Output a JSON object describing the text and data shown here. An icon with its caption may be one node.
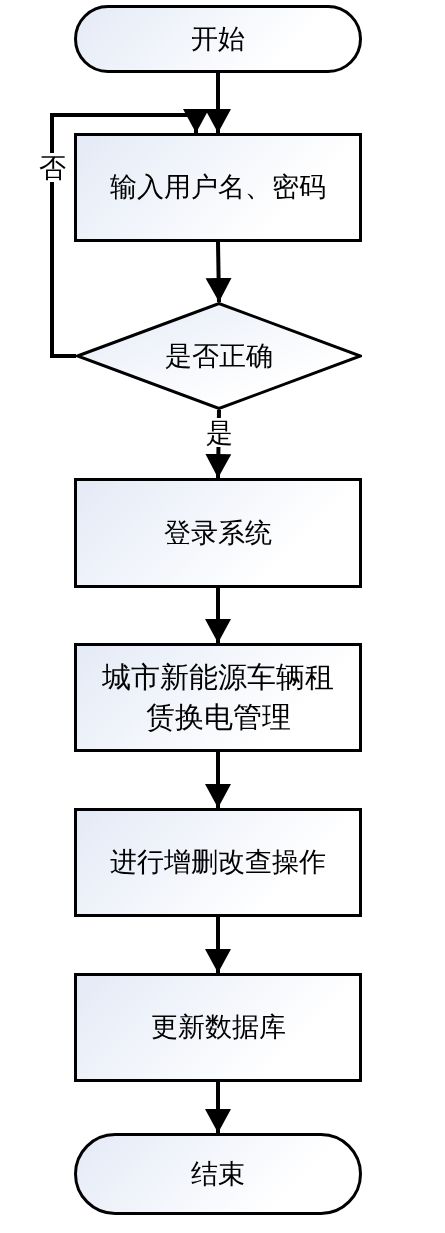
{
  "diagram": {
    "nodes": [
      {
        "text": [
          "开始"
        ]
      },
      {
        "text": [
          "输入用户名、密码"
        ]
      },
      {
        "text": [
          "是否正确"
        ]
      },
      {
        "text": [
          "登录系统"
        ]
      },
      {
        "text": [
          "城市新能源车辆租赁换电管理"
        ]
      },
      {
        "text": [
          "进行增删改查操作"
        ]
      },
      {
        "text": [
          "更新数据库"
        ]
      },
      {
        "text": [
          "结束"
        ]
      }
    ],
    "edges": [
      {
        "from": 0,
        "to": 1,
        "arrow": "to"
      },
      {
        "from": 1,
        "to": 2,
        "arrow": "to"
      },
      {
        "from": 2,
        "to": 1,
        "arrow": "to",
        "label": "否"
      },
      {
        "from": 2,
        "to": 3,
        "arrow": "to",
        "label": "是"
      },
      {
        "from": 3,
        "to": 4,
        "arrow": "to"
      },
      {
        "from": 4,
        "to": 5,
        "arrow": "to"
      },
      {
        "from": 5,
        "to": 6,
        "arrow": "to"
      },
      {
        "from": 6,
        "to": 7,
        "arrow": "to"
      }
    ]
  }
}
